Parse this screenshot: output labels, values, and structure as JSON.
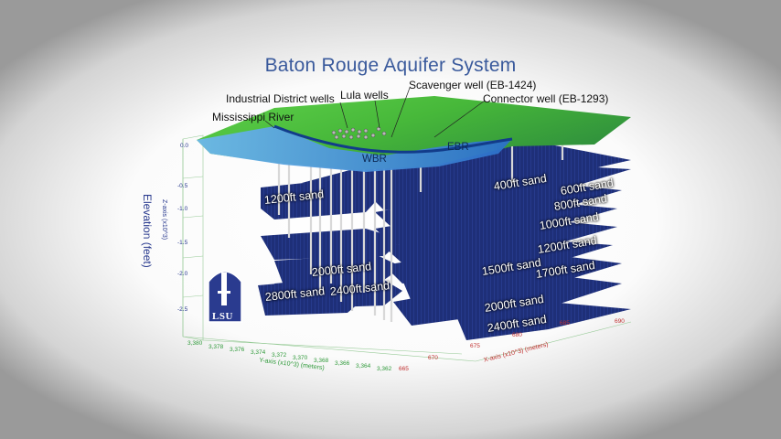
{
  "title": "Baton Rouge Aquifer System",
  "callouts": {
    "industrial": "Industrial District wells",
    "lula": "Lula wells",
    "scavenger": "Scavenger well (EB-1424)",
    "connector": "Connector well (EB-1293)",
    "river": "Mississippi River"
  },
  "map_labels": {
    "ebr": "EBR",
    "wbr": "WBR"
  },
  "sands_left": [
    "1200ft sand",
    "2000ft sand",
    "2400ft sand",
    "2800ft sand"
  ],
  "sands_right": [
    "400ft sand",
    "600ft sand",
    "800ft sand",
    "1000ft sand",
    "1200ft sand",
    "1500ft sand",
    "1700ft sand",
    "2000ft sand",
    "2400ft sand"
  ],
  "axes": {
    "z_label": "Z-axis (x10^3)",
    "elevation_label": "Elevation (feet)",
    "y_label": "Y-axis (x10^3) (meters)",
    "x_label": "X-axis (x10^3) (meters)",
    "z_ticks": [
      "0.0",
      "-0.5",
      "-1.0",
      "-1.5",
      "-2.0",
      "-2.5"
    ],
    "y_ticks": [
      "3,380",
      "3,378",
      "3,376",
      "3,374",
      "3,372",
      "3,370",
      "3,368",
      "3,366",
      "3,364",
      "3,362"
    ],
    "x_ticks": [
      "665",
      "670",
      "675",
      "680",
      "685",
      "690"
    ]
  },
  "logo": {
    "text": "LSU"
  },
  "colors": {
    "title": "#3a5a9c",
    "land": "#4fc23a",
    "river": "#2a7fd0",
    "sand_layer": "#1e2f78",
    "x_axis": "#c03030",
    "y_axis": "#2f9a3a",
    "z_axis": "#2a3b8f"
  }
}
